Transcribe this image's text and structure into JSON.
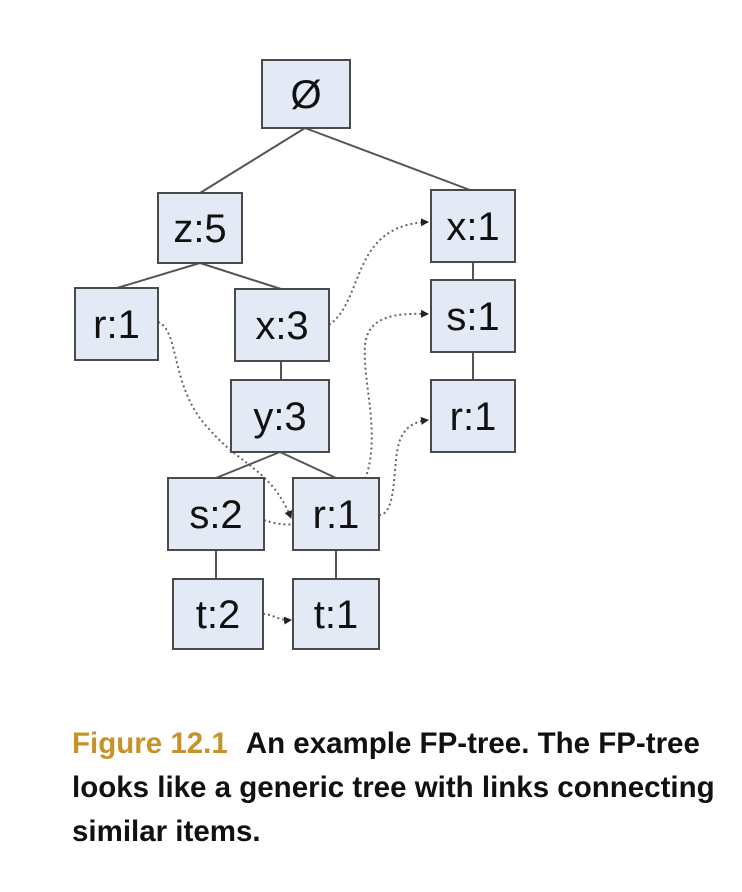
{
  "diagram": {
    "nodes": [
      {
        "id": "root",
        "label": "Ø"
      },
      {
        "id": "z5",
        "label": "z:5"
      },
      {
        "id": "x1_right",
        "label": "x:1"
      },
      {
        "id": "r1_left",
        "label": "r:1"
      },
      {
        "id": "x3",
        "label": "x:3"
      },
      {
        "id": "s1_right",
        "label": "s:1"
      },
      {
        "id": "y3",
        "label": "y:3"
      },
      {
        "id": "r1_right",
        "label": "r:1"
      },
      {
        "id": "s2",
        "label": "s:2"
      },
      {
        "id": "r1_mid",
        "label": "r:1"
      },
      {
        "id": "t2",
        "label": "t:2"
      },
      {
        "id": "t1",
        "label": "t:1"
      }
    ],
    "tree_edges": [
      [
        "root",
        "z5"
      ],
      [
        "root",
        "x1_right"
      ],
      [
        "z5",
        "r1_left"
      ],
      [
        "z5",
        "x3"
      ],
      [
        "x3",
        "y3"
      ],
      [
        "y3",
        "s2"
      ],
      [
        "y3",
        "r1_mid"
      ],
      [
        "s2",
        "t2"
      ],
      [
        "r1_mid",
        "t1"
      ],
      [
        "x1_right",
        "s1_right"
      ],
      [
        "s1_right",
        "r1_right"
      ]
    ],
    "node_links": [
      [
        "x3",
        "x1_right"
      ],
      [
        "r1_left",
        "r1_mid"
      ],
      [
        "r1_mid",
        "r1_right"
      ],
      [
        "s2",
        "s1_right"
      ],
      [
        "t2",
        "t1"
      ]
    ]
  },
  "caption": {
    "label": "Figure 12.1",
    "text": "An example FP-tree. The FP-tree looks like a generic tree with links connecting similar items."
  }
}
